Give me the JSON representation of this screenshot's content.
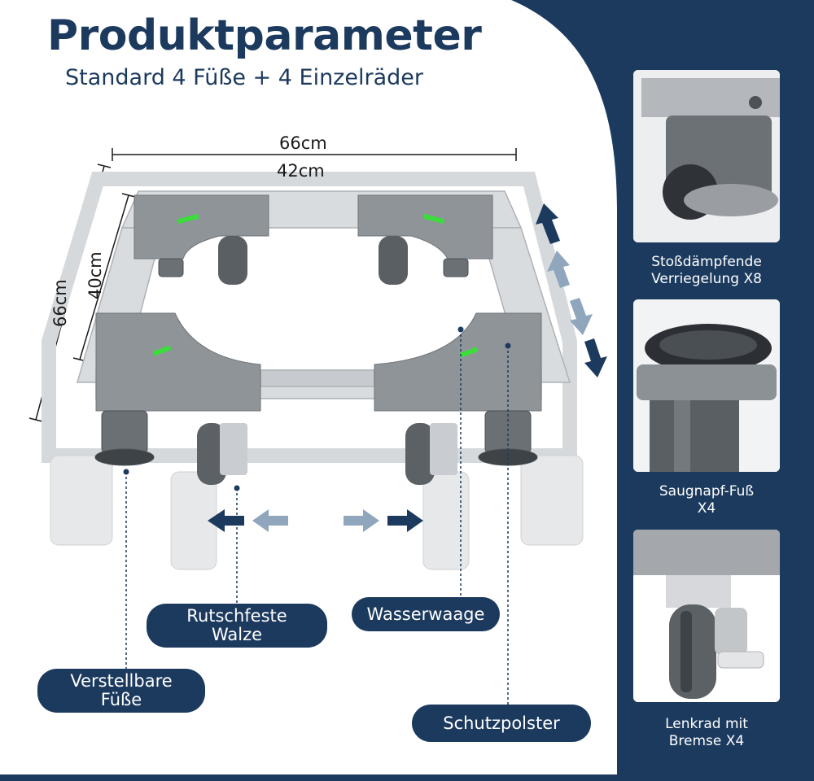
{
  "header": {
    "title": "Produktparameter",
    "subtitle": "Standard 4 Füße + 4 Einzelräder"
  },
  "dimensions": {
    "outer_width": "66cm",
    "inner_width": "42cm",
    "outer_depth": "66cm",
    "inner_depth": "40cm"
  },
  "labels": {
    "rutschfeste_line1": "Rutschfeste",
    "rutschfeste_line2": "Walze",
    "wasserwaage": "Wasserwaage",
    "verstellbare_line1": "Verstellbare",
    "verstellbare_line2": "Füße",
    "schutzpolster": "Schutzpolster"
  },
  "features": [
    {
      "line1": "Stoßdämpfende",
      "line2": "Verriegelung X8",
      "icon": "damping-lock-icon"
    },
    {
      "line1": "Saugnapf-Fuß",
      "line2": "X4",
      "icon": "suction-foot-icon"
    },
    {
      "line1": "Lenkrad mit",
      "line2": "Bremse X4",
      "icon": "brake-wheel-icon"
    }
  ],
  "colors": {
    "navy": "#1c3a5e",
    "panel_bg": "#ffffff",
    "frame_gray": "#9a9ea3",
    "accent_green": "#3ddc3d"
  }
}
